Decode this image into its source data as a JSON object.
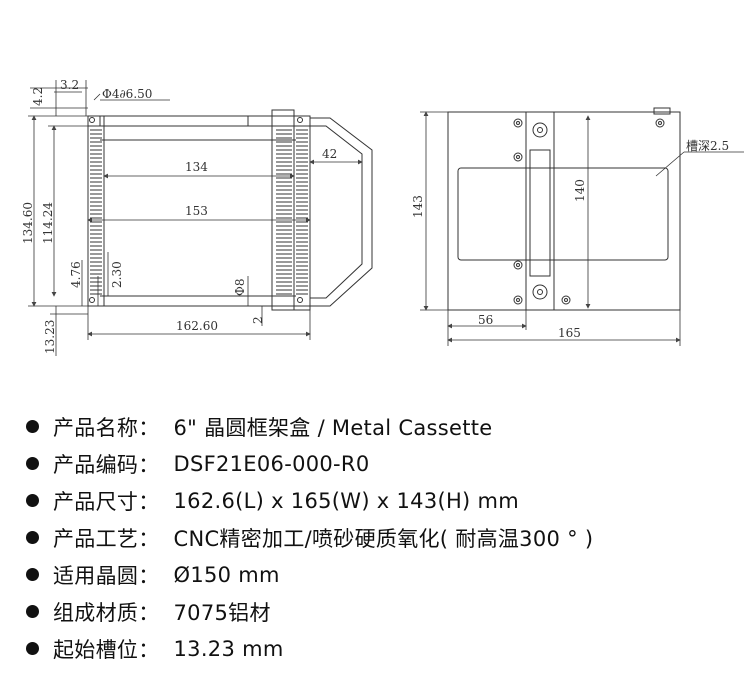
{
  "drawing": {
    "front_view": {
      "dims": {
        "d4_2": "4.2",
        "d3_2": "3.2",
        "hole": "Φ4∂6.50",
        "d134_60": "134.60",
        "d114_24": "114.24",
        "d134": "134",
        "d153": "153",
        "d42": "42",
        "d4_76": "4.76",
        "d2_30": "2.30",
        "d8": "Φ8",
        "d2": "2",
        "d13_23": "13.23",
        "d162_60": "162.60"
      }
    },
    "side_view": {
      "dims": {
        "d143": "143",
        "d140": "140",
        "slot_depth": "槽深2.5",
        "d56": "56",
        "d165": "165"
      }
    }
  },
  "specs": [
    {
      "label": "产品名称：",
      "value": "6\" 晶圆框架盒 / Metal Cassette"
    },
    {
      "label": "产品编码：",
      "value": "DSF21E06-000-R0"
    },
    {
      "label": "产品尺寸：",
      "value": "162.6(L) x 165(W) x 143(H) mm"
    },
    {
      "label": "产品工艺：",
      "value": "CNC精密加工/喷砂硬质氧化( 耐高温300 ° )"
    },
    {
      "label": "适用晶圆：",
      "value": "Ø150 mm"
    },
    {
      "label": "组成材质：",
      "value": "7075铝材"
    },
    {
      "label": "起始槽位：",
      "value": "13.23 mm"
    }
  ]
}
